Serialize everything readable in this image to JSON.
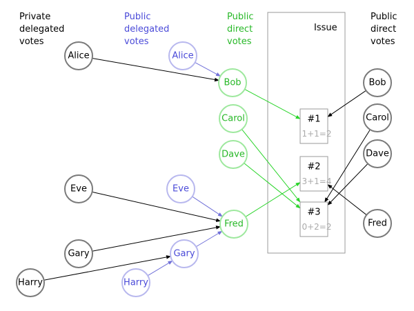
{
  "colors": {
    "private": "#7a7a7a",
    "public_delegated": "#4a4ad8",
    "public_delegated_stroke": "#b8b8ee",
    "public_direct": "#27b827",
    "public_direct_stroke": "#9ee89e",
    "issue_box": "#999999",
    "tally": "#aaaaaa",
    "edge_dark": "#000000",
    "edge_light": "#7070d8",
    "edge_green": "#2ad42a"
  },
  "headers": {
    "private_delegated": [
      "Private",
      "delegated",
      "votes"
    ],
    "public_delegated": [
      "Public",
      "delegated",
      "votes"
    ],
    "public_direct_left": [
      "Public",
      "direct",
      "votes"
    ],
    "issue": "Issue",
    "public_direct_right": [
      "Public",
      "direct",
      "votes"
    ]
  },
  "nodes": [
    {
      "id": "alice-private",
      "label": "Alice",
      "kind": "private"
    },
    {
      "id": "alice-public",
      "label": "Alice",
      "kind": "public_delegated"
    },
    {
      "id": "bob-direct",
      "label": "Bob",
      "kind": "public_direct"
    },
    {
      "id": "carol-direct",
      "label": "Carol",
      "kind": "public_direct"
    },
    {
      "id": "dave-direct",
      "label": "Dave",
      "kind": "public_direct"
    },
    {
      "id": "eve-private",
      "label": "Eve",
      "kind": "private"
    },
    {
      "id": "eve-public",
      "label": "Eve",
      "kind": "public_delegated"
    },
    {
      "id": "fred-direct",
      "label": "Fred",
      "kind": "public_direct"
    },
    {
      "id": "gary-private",
      "label": "Gary",
      "kind": "private"
    },
    {
      "id": "gary-public",
      "label": "Gary",
      "kind": "public_delegated"
    },
    {
      "id": "harry-private",
      "label": "Harry",
      "kind": "private"
    },
    {
      "id": "harry-public",
      "label": "Harry",
      "kind": "public_delegated"
    },
    {
      "id": "bob-right",
      "label": "Bob",
      "kind": "private"
    },
    {
      "id": "carol-right",
      "label": "Carol",
      "kind": "private"
    },
    {
      "id": "dave-right",
      "label": "Dave",
      "kind": "private"
    },
    {
      "id": "fred-right",
      "label": "Fred",
      "kind": "private"
    }
  ],
  "issues": [
    {
      "id": "issue-1",
      "label": "#1",
      "tally": "1+1=2"
    },
    {
      "id": "issue-2",
      "label": "#2",
      "tally": "3+1=4"
    },
    {
      "id": "issue-3",
      "label": "#3",
      "tally": "0+2=2"
    }
  ],
  "edges": [
    {
      "from": "alice-private",
      "to": "bob-direct",
      "style": "dark"
    },
    {
      "from": "alice-public",
      "to": "bob-direct",
      "style": "light"
    },
    {
      "from": "eve-private",
      "to": "fred-direct",
      "style": "dark"
    },
    {
      "from": "eve-public",
      "to": "fred-direct",
      "style": "light"
    },
    {
      "from": "gary-private",
      "to": "fred-direct",
      "style": "dark"
    },
    {
      "from": "gary-public",
      "to": "fred-direct",
      "style": "light"
    },
    {
      "from": "harry-private",
      "to": "gary-public",
      "style": "dark"
    },
    {
      "from": "harry-public",
      "to": "gary-public",
      "style": "light"
    },
    {
      "from": "bob-direct",
      "to": "issue-1",
      "style": "green"
    },
    {
      "from": "carol-direct",
      "to": "issue-3",
      "style": "green"
    },
    {
      "from": "dave-direct",
      "to": "issue-3",
      "style": "green"
    },
    {
      "from": "fred-direct",
      "to": "issue-2",
      "style": "green"
    },
    {
      "from": "bob-right",
      "to": "issue-1",
      "style": "dark"
    },
    {
      "from": "carol-right",
      "to": "issue-3",
      "style": "dark"
    },
    {
      "from": "dave-right",
      "to": "issue-3",
      "style": "dark"
    },
    {
      "from": "fred-right",
      "to": "issue-2",
      "style": "dark"
    }
  ]
}
